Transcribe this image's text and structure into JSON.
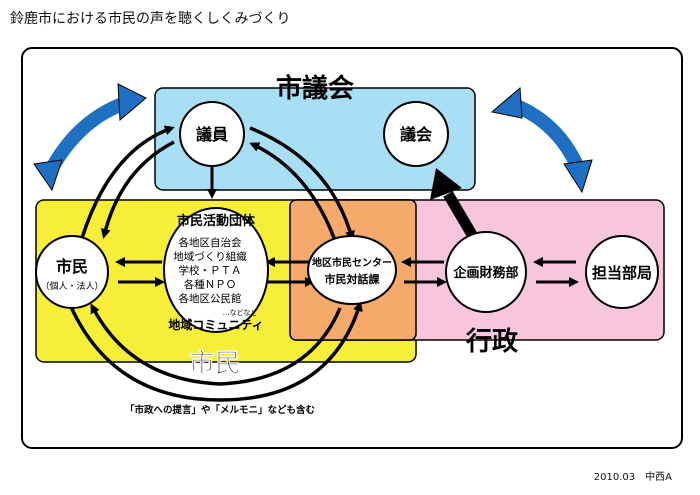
{
  "title": "鈴鹿市における市民の声を聴くしくみづくり",
  "footer": "2010.03　中西A",
  "colors": {
    "council_zone": "#a9dff5",
    "citizen_zone": "#f7ee3a",
    "admin_zone": "#f7c6dc",
    "center_zone": "#f5a96b",
    "blue_arrow": "#1f6fc2"
  },
  "zones": {
    "council": "市議会",
    "citizens": "市民",
    "administration": "行政"
  },
  "nodes": {
    "member": "議員",
    "assembly": "議会",
    "citizen_line1": "市民",
    "citizen_line2": "（個人・法人）",
    "planning": "企画財務部",
    "department": "担当部局",
    "center_line1": "地区市民センター",
    "center_line2": "市民対話課"
  },
  "groups": {
    "heading": "市民活動団体",
    "items": [
      "各地区自治会",
      "地域づくり組織",
      "学校・ＰＴＡ",
      "各種ＮＰＯ",
      "各地区公民館"
    ],
    "etc": "…などなど",
    "footer": "地域コミュニティ"
  },
  "note": "「市政への提言」や「メルモニ」なども含む"
}
